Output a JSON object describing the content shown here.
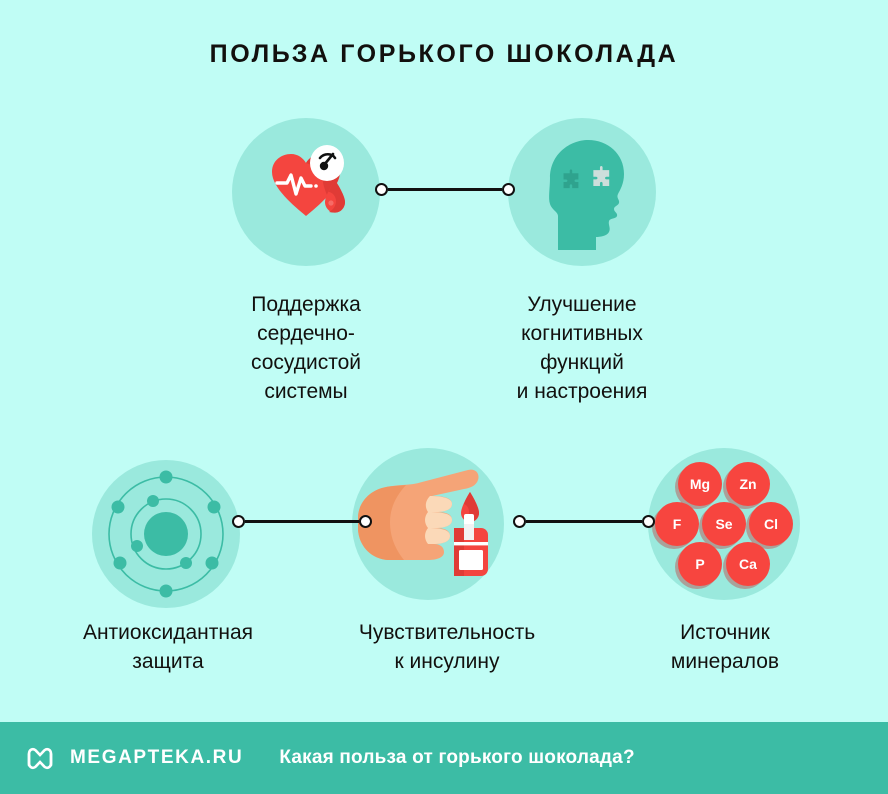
{
  "page": {
    "title": "ПОЛЬЗА ГОРЬКОГО ШОКОЛАДА",
    "background_color": "#c0fdf5",
    "disc_color": "#9ae9dd",
    "accent_color": "#f7453f",
    "teal_color": "#3cbca5",
    "text_color": "#12100e"
  },
  "benefits": [
    {
      "id": "cardio",
      "icon": "heart-monitor-icon",
      "caption": "Поддержка\nсердечно-\nсосудистой\nсистемы"
    },
    {
      "id": "cognitive",
      "icon": "head-puzzle-icon",
      "caption": "Улучшение\nкогнитивных\nфункций\nи настроения"
    },
    {
      "id": "antioxidant",
      "icon": "atom-icon",
      "caption": "Антиоксидантная\nзащита"
    },
    {
      "id": "insulin",
      "icon": "hand-blood-drop-icon",
      "caption": "Чувствительность\nк инсулину"
    },
    {
      "id": "minerals",
      "icon": "minerals-icon",
      "caption": "Источник\nминералов"
    }
  ],
  "minerals": [
    {
      "symbol": "Mg"
    },
    {
      "symbol": "Zn"
    },
    {
      "symbol": "F"
    },
    {
      "symbol": "Se"
    },
    {
      "symbol": "Cl"
    },
    {
      "symbol": "P"
    },
    {
      "symbol": "Ca"
    }
  ],
  "footer": {
    "logo": "megapteka-m-logo",
    "brand": "MEGAPTEKA.RU",
    "tagline": "Какая польза от горького шоколада?"
  }
}
